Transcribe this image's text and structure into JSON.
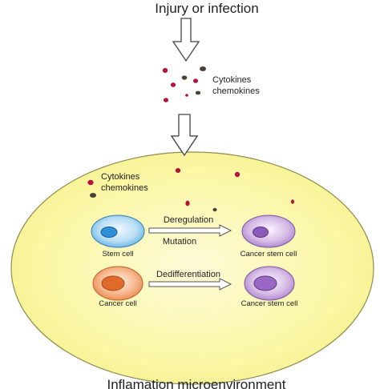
{
  "title": "Injury or infection",
  "signals_outside": [
    "Cytokines",
    "chemokines"
  ],
  "signals_inside": [
    "Cytokines",
    "chemokines"
  ],
  "environment_label": "Inflamation microenvironment",
  "row1": {
    "source_label": "Stem cell",
    "arrow_top_label": "Deregulation",
    "arrow_bottom_label": "Mutation",
    "target_label": "Cancer stem cell"
  },
  "row2": {
    "source_label": "Cancer cell",
    "arrow_top_label": "Dedifferentiation",
    "target_label": "Cancer stem cell"
  },
  "colors": {
    "environment_fill": "#fbf7a4",
    "environment_stroke": "#8f8c4f",
    "stem_cell": "#4aa8e0",
    "cancer_cell": "#e8844a",
    "cancer_stem_cell": "#b58ad0",
    "cytokine_red": "#b5123a",
    "chemokine_dark": "#4a4038"
  }
}
